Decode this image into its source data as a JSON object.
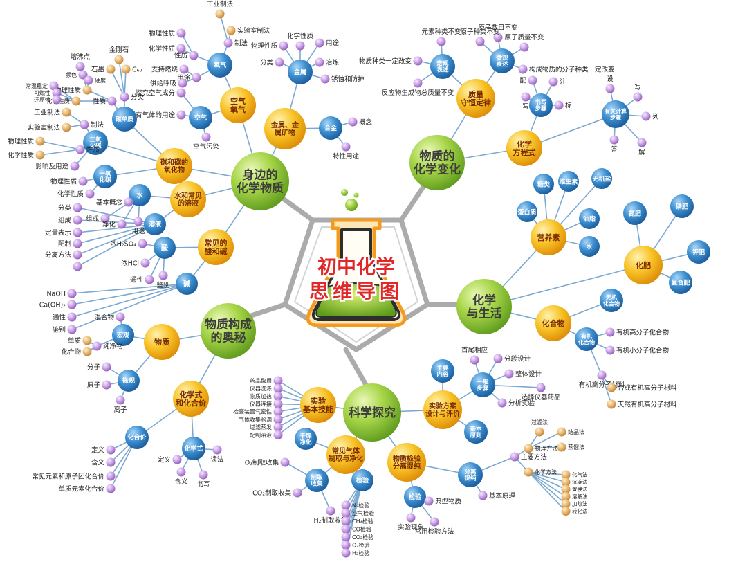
{
  "center": [
    "初中化学",
    "思维导图"
  ],
  "branches": [
    {
      "id": "b1",
      "label": [
        "身边的",
        "化学物质"
      ],
      "subs": [
        {
          "id": "s1a",
          "label": [
            "空气",
            "氧气"
          ],
          "kids": [
            {
              "label": "氧气",
              "leaves": [
                "物理性质",
                "化学性质",
                "性质",
                "制法",
                "工业制法",
                "实验室制法",
                "用途",
                "支持燃烧",
                "供给呼吸"
              ]
            },
            {
              "label": "空气",
              "leaves": [
                "探究空气成分",
                "N₂和稀有气体的用途",
                "空气污染"
              ]
            }
          ]
        },
        {
          "id": "s1b",
          "label": [
            "金属、金",
            "属矿物"
          ],
          "kids": [
            {
              "label": "金属",
              "leaves": [
                "化学性质",
                "物理性质",
                "用途",
                "分类",
                "冶炼",
                "锈蚀和防护"
              ]
            },
            {
              "label": "合金",
              "leaves": [
                "概念",
                "特性用途"
              ]
            }
          ]
        },
        {
          "id": "s1c",
          "label": [
            "碳和碳的",
            "氧化物"
          ],
          "kids": [
            {
              "label": "碳单质",
              "leaves": [
                "金刚石",
                "石墨",
                "C₆₀",
                "物理性质",
                "熔沸点",
                "颜色",
                "硬度",
                "常温稳定",
                "可燃性",
                "还原性",
                "化学性质",
                "性质",
                "分类"
              ]
            },
            {
              "label": "二氧化碳",
              "leaves": [
                "制法",
                "工业制法",
                "实验室制法",
                "性质",
                "物理性质",
                "化学性质",
                "影响及用途"
              ]
            },
            {
              "label": "一氧化碳",
              "leaves": [
                "物理性质",
                "化学性质"
              ]
            }
          ]
        },
        {
          "id": "s1d",
          "label": [
            "水和常见",
            "的溶液"
          ],
          "kids": [
            {
              "label": "水",
              "leaves": [
                "基本概念",
                "组成",
                "净化",
                "用途"
              ]
            },
            {
              "label": "溶液",
              "leaves": [
                "分类",
                "组成",
                "定量表示",
                "配制",
                "分离方法"
              ]
            }
          ]
        },
        {
          "id": "s1e",
          "label": [
            "常见的",
            "酸和碱"
          ],
          "kids": [
            {
              "label": "酸",
              "leaves": [
                "浓H₂SO₄",
                "浓HCl",
                "通性",
                "鉴别"
              ]
            },
            {
              "label": "碱",
              "leaves": [
                "NaOH",
                "Ca(OH)₂",
                "通性",
                "鉴别"
              ]
            }
          ]
        }
      ]
    },
    {
      "id": "b2",
      "label": [
        "物质的",
        "化学变化"
      ],
      "subs": [
        {
          "id": "s2a",
          "label": [
            "质量",
            "守恒定律"
          ],
          "kids": [
            {
              "label": "宏观表述",
              "leaves": [
                "元素种类不变",
                "物质种类一定改变",
                "反应物生成物总质量不变"
              ]
            },
            {
              "label": "微观表述",
              "leaves": [
                "原子数目不变",
                "原子种类不变",
                "原子质量不变",
                "构成物质的分子种类一定改变"
              ]
            }
          ]
        },
        {
          "id": "s2b",
          "label": [
            "化学",
            "方程式"
          ],
          "kids": [
            {
              "label": "书写步骤",
              "leaves": [
                "写",
                "配",
                "注",
                "标"
              ]
            },
            {
              "label": "有关计算步骤",
              "leaves": [
                "设",
                "写",
                "列",
                "解",
                "答"
              ]
            }
          ]
        }
      ]
    },
    {
      "id": "b3",
      "label": [
        "化学",
        "与生活"
      ],
      "subs": [
        {
          "id": "s3a",
          "label": [
            "营养素"
          ],
          "kids": [
            {
              "label": "",
              "leaves": [
                "糖类",
                "维生素",
                "无机盐",
                "蛋白质",
                "油脂",
                "水"
              ]
            }
          ]
        },
        {
          "id": "s3b",
          "label": [
            "化肥"
          ],
          "kids": [
            {
              "label": "",
              "leaves": [
                "氮肥",
                "磷肥",
                "钾肥",
                "复合肥"
              ]
            }
          ]
        },
        {
          "id": "s3c",
          "label": [
            "化合物"
          ],
          "kids": [
            {
              "label": "无机化合物",
              "leaves": []
            },
            {
              "label": "有机化合物",
              "leaves": [
                "有机高分子化合物",
                "有机小分子化合物",
                "有机高分子材料",
                "合成有机高分子材料",
                "天然有机高分子材料"
              ]
            }
          ]
        }
      ]
    },
    {
      "id": "b4",
      "label": [
        "科学探究"
      ],
      "subs": [
        {
          "id": "s4a",
          "label": [
            "实验",
            "基本技能"
          ],
          "kids": [
            {
              "label": "",
              "leaves": [
                "药品取用",
                "仪器洗涤",
                "物质加热",
                "仪器连接",
                "检查装置气密性",
                "气体收集验满",
                "过滤蒸发",
                "配制溶液"
              ]
            }
          ]
        },
        {
          "id": "s4b",
          "label": [
            "实验方案",
            "设计与评价"
          ],
          "kids": [
            {
              "label": "主要内容",
              "leaves": []
            },
            {
              "label": "一般步骤",
              "leaves": [
                "首尾相应",
                "分段设计",
                "整体设计",
                "选择仪器药品",
                "分析实验"
              ]
            },
            {
              "label": "基本原则",
              "leaves": []
            }
          ]
        },
        {
          "id": "s4c",
          "label": [
            "常见气体",
            "制取与净化"
          ],
          "kids": [
            {
              "label": "干燥净化",
              "leaves": []
            },
            {
              "label": "制取收集",
              "leaves": [
                "O₂制取收集",
                "CO₂制取收集",
                "H₂制取收集"
              ]
            },
            {
              "label": "检验",
              "leaves": [
                "N₂检验",
                "空气检验",
                "CH₄检验",
                "CO检验",
                "CO₂检验",
                "O₂检验",
                "H₂检验"
              ]
            }
          ]
        },
        {
          "id": "s4d",
          "label": [
            "物质检验",
            "分离提纯"
          ],
          "kids": [
            {
              "label": "检验",
              "leaves": [
                "实验现象",
                "典型物质",
                "常用检验方法"
              ]
            },
            {
              "label": "分离提纯",
              "leaves": [
                "主要方法",
                "基本原理",
                "过滤法",
                "结晶法",
                "蒸馏法",
                "物理方法",
                "化学方法",
                "化气法",
                "沉淀法",
                "置换法",
                "溶解法",
                "加热法",
                "转化法"
              ]
            }
          ]
        }
      ]
    },
    {
      "id": "b5",
      "label": [
        "物质构成",
        "的奥秘"
      ],
      "subs": [
        {
          "id": "s5a",
          "label": [
            "物质"
          ],
          "kids": [
            {
              "label": "宏观",
              "leaves": [
                "混合物",
                "纯净物",
                "单质",
                "化合物"
              ]
            },
            {
              "label": "微观",
              "leaves": [
                "分子",
                "原子",
                "离子"
              ]
            }
          ]
        },
        {
          "id": "s5b",
          "label": [
            "化学式",
            "和化合价"
          ],
          "kids": [
            {
              "label": "化合价",
              "leaves": [
                "定义",
                "含义",
                "常见元素和原子团化合价",
                "单质元素化合价"
              ]
            },
            {
              "label": "化学式",
              "leaves": [
                "定义",
                "读法",
                "含义",
                "书写"
              ]
            }
          ]
        }
      ]
    }
  ],
  "colors": {
    "trunk": "#ababab",
    "branch": "#7aa8d0",
    "green": "#8cc43c",
    "orange": "#f7b81c",
    "blue": "#2f7fc0",
    "purple": "#b98fd6",
    "title": "#e02828",
    "flaskOutline": "#f49a1c"
  }
}
